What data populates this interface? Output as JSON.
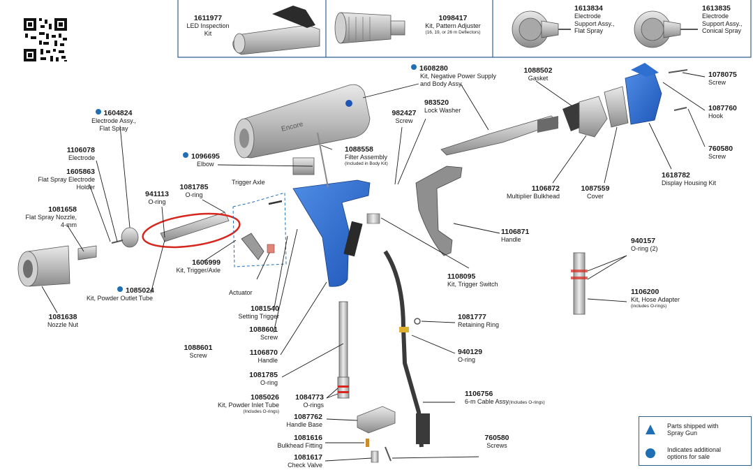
{
  "kits": [
    {
      "pn": "1611977",
      "lines": [
        "LED Inspection",
        "Kit"
      ]
    },
    {
      "pn": "1098417",
      "lines": [
        "Kit, Pattern Adjuster"
      ],
      "note": "(16, 19, or 26 m Deflectors)"
    },
    {
      "pn": "1613834",
      "lines": [
        "Electrode",
        "Support Assy.,",
        "Flat Spray"
      ]
    },
    {
      "pn": "1613835",
      "lines": [
        "Electrode",
        "Support Assy.,",
        "Conical Spray"
      ]
    }
  ],
  "parts": {
    "p1608280": {
      "pn": "1608280",
      "lines": [
        "Kit, Negative Power Supply",
        "and Body Assy."
      ]
    },
    "p1088502": {
      "pn": "1088502",
      "lines": [
        "Gasket"
      ]
    },
    "p1078075": {
      "pn": "1078075",
      "lines": [
        "Screw"
      ]
    },
    "p1087760": {
      "pn": "1087760",
      "lines": [
        "Hook"
      ]
    },
    "p760580a": {
      "pn": "760580",
      "lines": [
        "Screw"
      ]
    },
    "p983520": {
      "pn": "983520",
      "lines": [
        "Lock Washer"
      ]
    },
    "p982427": {
      "pn": "982427",
      "lines": [
        "Screw"
      ]
    },
    "p1604824": {
      "pn": "1604824",
      "lines": [
        "Electrode Assy.,",
        "Flat Spray"
      ]
    },
    "p1106078": {
      "pn": "1106078",
      "lines": [
        "Electrode"
      ]
    },
    "p1605863": {
      "pn": "1605863",
      "lines": [
        "Flat Spray Electrode",
        "Holder"
      ]
    },
    "p1096695": {
      "pn": "1096695",
      "lines": [
        "Elbow"
      ]
    },
    "p1088558": {
      "pn": "1088558",
      "lines": [
        "Filter Assembly"
      ],
      "note": "(Included in Body Kit)"
    },
    "p1106872": {
      "pn": "1106872",
      "lines": [
        "Multiplier Bulkhead"
      ]
    },
    "p1087559": {
      "pn": "1087559",
      "lines": [
        "Cover"
      ]
    },
    "p1618782": {
      "pn": "1618782",
      "lines": [
        "Display Housing Kit"
      ]
    },
    "triggerAxle": {
      "pn": "",
      "lines": [
        "Trigger Axle"
      ]
    },
    "p941113": {
      "pn": "941113",
      "lines": [
        "O-ring"
      ]
    },
    "p1081785a": {
      "pn": "1081785",
      "lines": [
        "O-ring"
      ]
    },
    "p1081658": {
      "pn": "1081658",
      "lines": [
        "Flat Spray Nozzle,",
        "4-mm"
      ]
    },
    "p1606999": {
      "pn": "1606999",
      "lines": [
        "Kit, Trigger/Axle"
      ]
    },
    "actuator": {
      "pn": "",
      "lines": [
        "Actuator"
      ]
    },
    "p1085024": {
      "pn": "1085024",
      "lines": [
        "Kit, Powder Outlet Tube"
      ]
    },
    "p1106871": {
      "pn": "1106871",
      "lines": [
        "Handle"
      ]
    },
    "p940157": {
      "pn": "940157",
      "lines": [
        "O-ring (2)"
      ]
    },
    "p1108095": {
      "pn": "1108095",
      "lines": [
        "Kit, Trigger Switch"
      ]
    },
    "p1081638": {
      "pn": "1081638",
      "lines": [
        "Nozzle Nut"
      ]
    },
    "p1081540": {
      "pn": "1081540",
      "lines": [
        "Setting Trigger"
      ]
    },
    "p1106200": {
      "pn": "1106200",
      "lines": [
        "Kit, Hose Adapter"
      ],
      "note": "(includes O-rings)"
    },
    "p1081777": {
      "pn": "1081777",
      "lines": [
        "Retaining Ring"
      ]
    },
    "p1088601a": {
      "pn": "1088601",
      "lines": [
        "Screw"
      ]
    },
    "p1088601b": {
      "pn": "1088601",
      "lines": [
        "Screw"
      ]
    },
    "p1106870": {
      "pn": "1106870",
      "lines": [
        "Handle"
      ]
    },
    "p940129": {
      "pn": "940129",
      "lines": [
        "O-ring"
      ]
    },
    "p1081785b": {
      "pn": "1081785",
      "lines": [
        "O-ring"
      ]
    },
    "p1085026": {
      "pn": "1085026",
      "lines": [
        "Kit, Powder Inlet Tube"
      ],
      "note": "(Includes O-rings)"
    },
    "p1084773": {
      "pn": "1084773",
      "lines": [
        "O-rings"
      ]
    },
    "p1106756": {
      "pn": "1106756",
      "lines": [
        "6-m Cable Assy"
      ],
      "inline": "(Includes O-rings)"
    },
    "p1087762": {
      "pn": "1087762",
      "lines": [
        "Handle Base"
      ]
    },
    "p1081616": {
      "pn": "1081616",
      "lines": [
        "Bulkhead Fitting"
      ]
    },
    "p760580b": {
      "pn": "760580",
      "lines": [
        "Screws"
      ]
    },
    "p1081617": {
      "pn": "1081617",
      "lines": [
        "Check Valve"
      ]
    }
  },
  "gun_brand": "Encore",
  "legend": {
    "triangle": {
      "icon": "triangle-icon",
      "lines": [
        "Parts shipped with",
        "Spray Gun"
      ]
    },
    "circle": {
      "icon": "circle-icon",
      "lines": [
        "Indicates additional",
        "options for sale"
      ]
    }
  },
  "colors": {
    "accent": "#1f6fb5",
    "handle_blue": "#2f6fd0",
    "highlight_red": "#d7261e",
    "frame": "#2f5f8f"
  }
}
